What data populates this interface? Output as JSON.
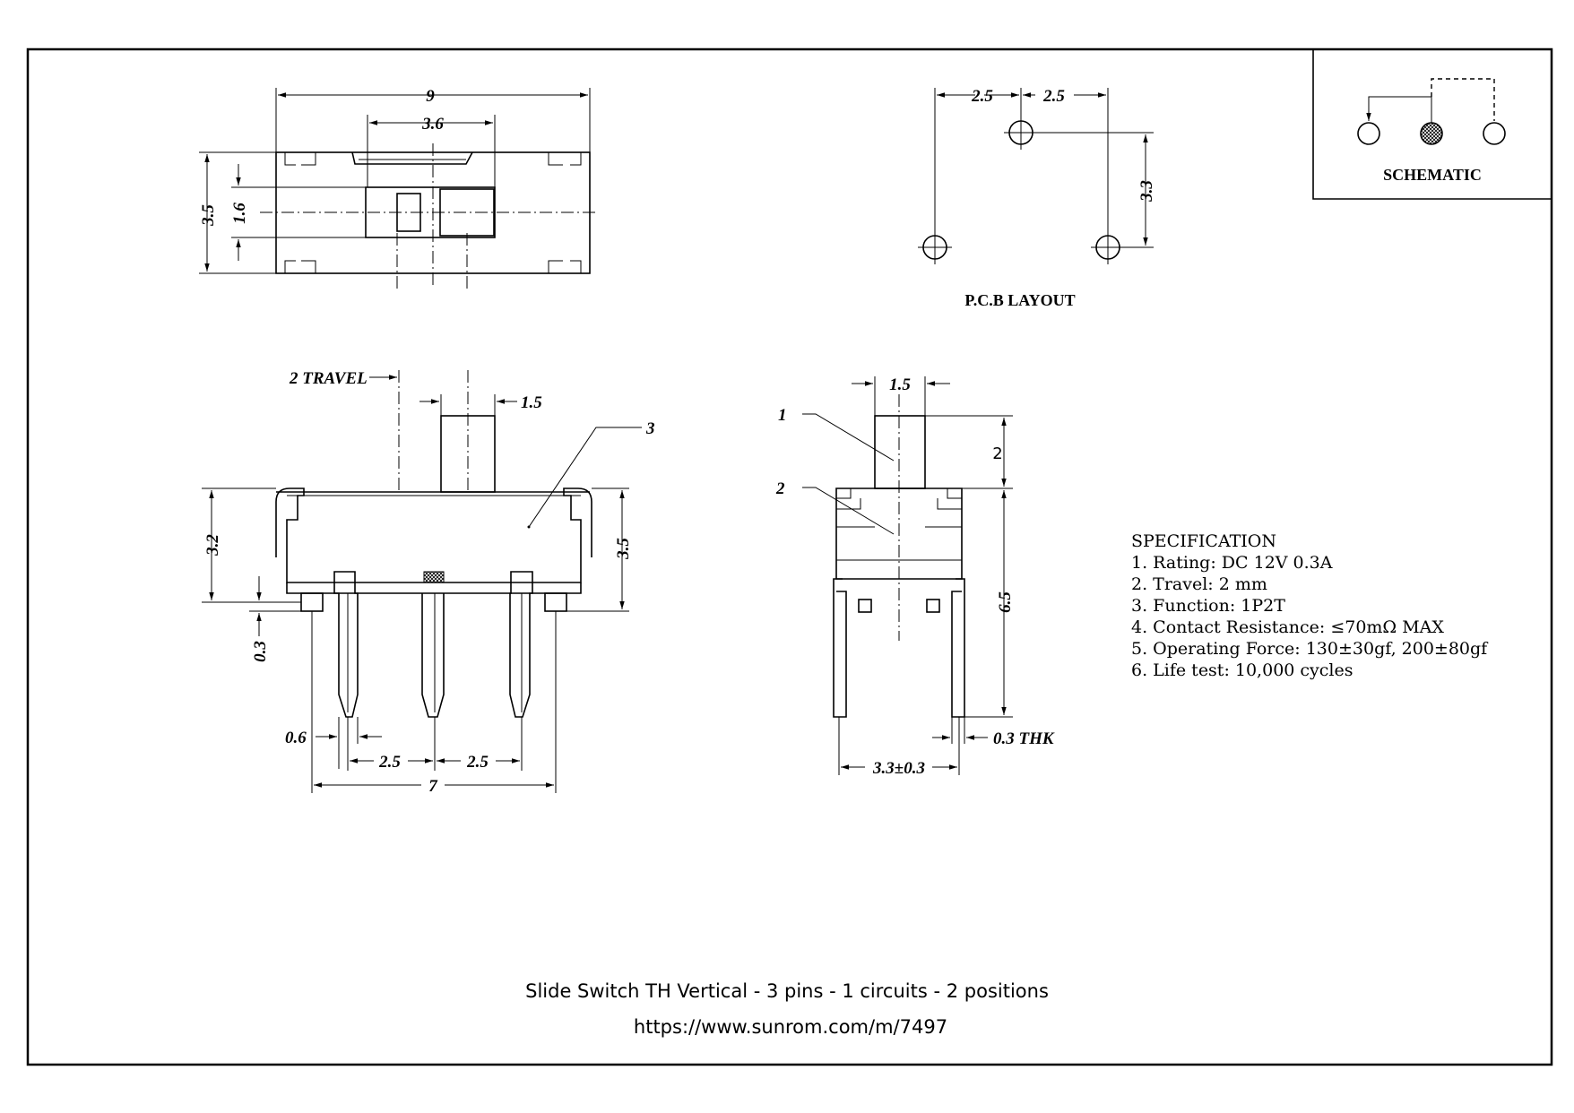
{
  "top_view": {
    "width": "9",
    "actuator_width": "3.6",
    "height": "3.5",
    "slot": "1.6"
  },
  "pcb_layout": {
    "title": "P.C.B LAYOUT",
    "pitch_left": "2.5",
    "pitch_right": "2.5",
    "offset": "3.3"
  },
  "schematic": {
    "title": "SCHEMATIC"
  },
  "front_view": {
    "travel": "2 TRAVEL",
    "actuator": "1.5",
    "callout": "3",
    "body_height": "3.2",
    "total_height": "3.5",
    "standoff": "0.3",
    "pin_width": "0.6",
    "pitch_left": "2.5",
    "pitch_right": "2.5",
    "width": "7"
  },
  "side_view": {
    "actuator": "1.5",
    "callout_1": "1",
    "callout_2": "2",
    "knob_height": "2",
    "pin_length": "6.5",
    "thickness": "0.3 THK",
    "width": "3.3±0.3"
  },
  "specification": {
    "title": "SPECIFICATION",
    "items": [
      "1. Rating: DC 12V 0.3A",
      "2. Travel: 2 mm",
      "3. Function: 1P2T",
      "4. Contact Resistance: ≤70mΩ MAX",
      "5. Operating Force: 130±30gf, 200±80gf",
      "6. Life test: 10,000 cycles"
    ]
  },
  "footer": {
    "title": "Slide Switch TH Vertical - 3 pins - 1 circuits - 2 positions",
    "url": "https://www.sunrom.com/m/7497"
  }
}
